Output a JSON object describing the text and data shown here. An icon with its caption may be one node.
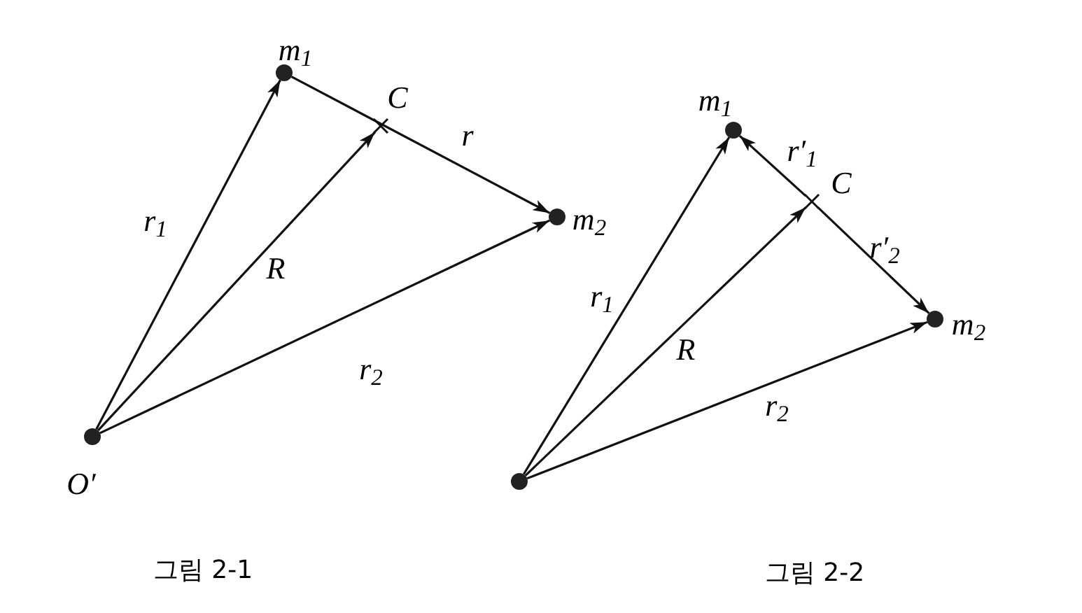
{
  "diagram": {
    "nodes": [
      {
        "text": [],
        "shape": "circle",
        "beside": [
          "O′"
        ]
      },
      {
        "text": [],
        "shape": "circle",
        "beside": [
          "m$_{1}$"
        ]
      },
      {
        "text": [],
        "shape": "cross",
        "beside": [
          "C"
        ]
      },
      {
        "text": [],
        "shape": "circle",
        "beside": [
          "m$_{2}$"
        ]
      },
      {
        "text": [],
        "shape": "circle"
      },
      {
        "text": [],
        "shape": "circle",
        "beside": [
          "m$_{1}$"
        ]
      },
      {
        "text": [],
        "shape": "cross",
        "beside": [
          "C"
        ]
      },
      {
        "text": [],
        "shape": "circle",
        "beside": [
          "m$_{2}$"
        ]
      }
    ],
    "edges": [
      {
        "from": 0,
        "to": 1,
        "arrow": "to",
        "label": "r$_{1}$"
      },
      {
        "from": 0,
        "to": 2,
        "arrow": "to",
        "label": "R"
      },
      {
        "from": 0,
        "to": 3,
        "arrow": "to",
        "label": "r$_{2}$"
      },
      {
        "from": 1,
        "to": 3,
        "arrow": "to",
        "label": "r"
      },
      {
        "from": 4,
        "to": 5,
        "arrow": "to",
        "label": "r$_{1}$"
      },
      {
        "from": 4,
        "to": 6,
        "arrow": "to",
        "label": "R"
      },
      {
        "from": 4,
        "to": 7,
        "arrow": "to",
        "label": "r$_{2}$"
      },
      {
        "from": 6,
        "to": 5,
        "arrow": "to",
        "label": "r′$_{1}$"
      },
      {
        "from": 6,
        "to": 7,
        "arrow": "to",
        "label": "r′$_{2}$"
      }
    ],
    "labels": [
      "그림 2-1",
      "그림 2-2"
    ]
  }
}
